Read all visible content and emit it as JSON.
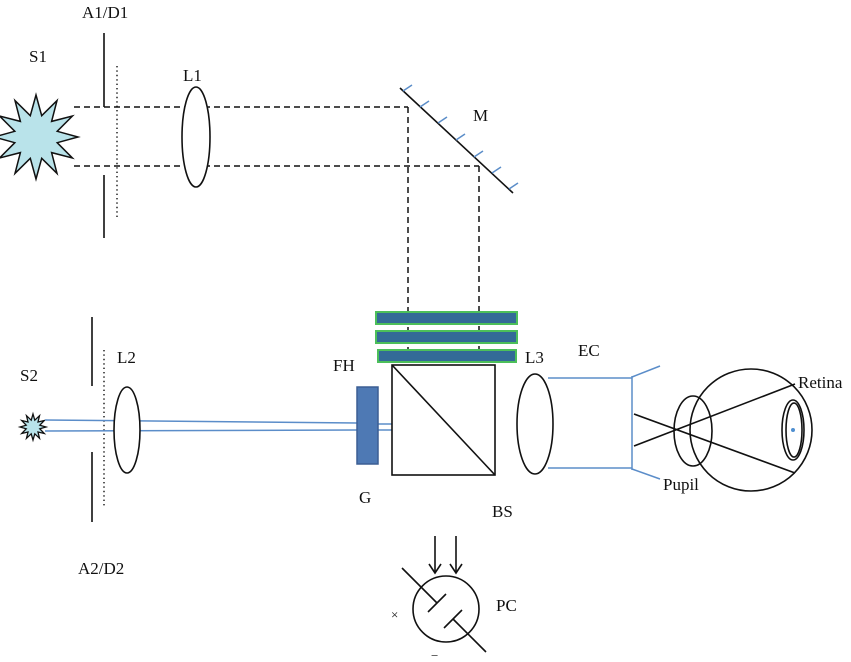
{
  "labels": {
    "a1d1": "A1/D1",
    "s1": "S1",
    "l1": "L1",
    "m": "M",
    "s2": "S2",
    "l2": "L2",
    "fh": "FH",
    "l3": "L3",
    "ec": "EC",
    "retina": "Retina",
    "g": "G",
    "bs": "BS",
    "pupil": "Pupil",
    "a2d2": "A2/D2",
    "pc": "PC",
    "pc_left_symbol": "×",
    "pc_bottom_symbol": "−"
  },
  "colors": {
    "source_fill": "#b9e3ea",
    "beam_blue": "#5b8dc9",
    "filter_fill": "#336a97",
    "filter_stroke": "#4cbf5a",
    "grating_fill": "#4e79b4",
    "retina_dot": "#4f8fd0"
  }
}
